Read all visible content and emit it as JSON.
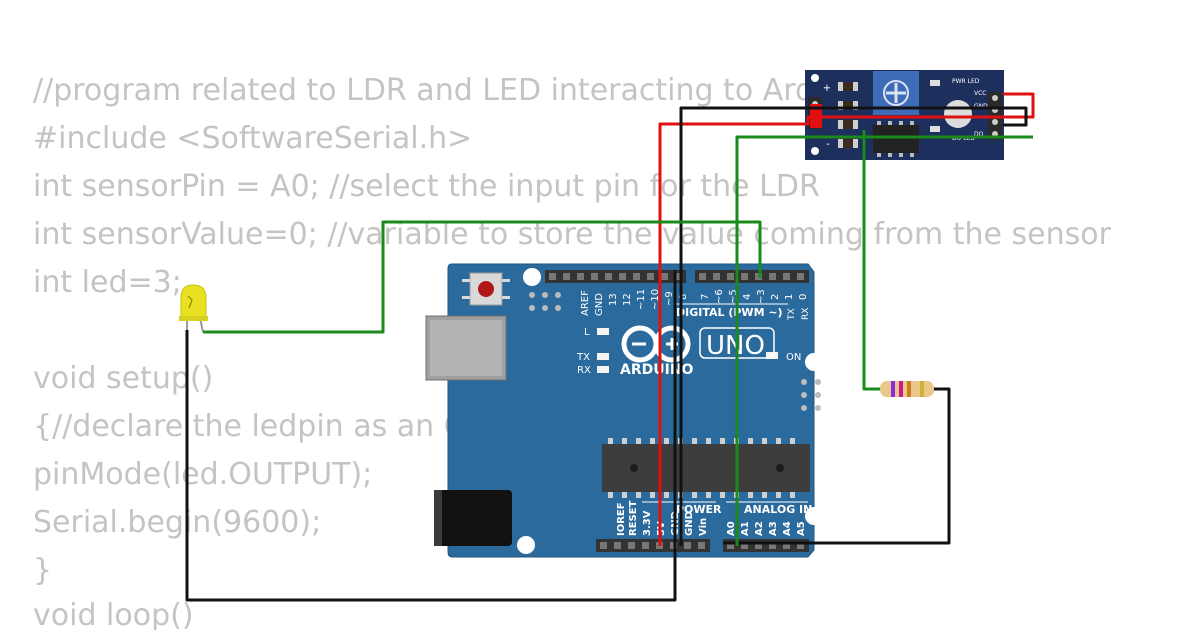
{
  "code": {
    "lines": [
      "//program related to LDR and LED interacting to Arduino",
      "#include <SoftwareSerial.h>",
      "int sensorPin = A0; //select the input pin for the LDR",
      "int sensorValue=0; //variable to store the value coming from the sensor",
      "int led=3;",
      "",
      "void setup()",
      "{//declare the ledpin as an OUTPUT",
      "pinMode(led.OUTPUT);",
      "Serial.begin(9600);",
      "}",
      "void loop()"
    ]
  },
  "arduino": {
    "brand": "ARDUINO",
    "model": "UNO",
    "digital_label": "DIGITAL (PWM ~)",
    "power_label": "POWER",
    "analog_label": "ANALOG IN",
    "on_label": "ON",
    "led_l": "L",
    "led_tx": "TX",
    "led_rx": "RX",
    "tx_pin": "TX",
    "rx_pin": "RX",
    "top_header_labels": [
      "AREF",
      "GND",
      "13",
      "12",
      "~11",
      "~10",
      "~9",
      "8",
      "7",
      "~6",
      "~5",
      "4",
      "~3",
      "2",
      "1",
      "0"
    ],
    "power_pins": [
      "IOREF",
      "RESET",
      "3.3V",
      "5V",
      "GND",
      "GND",
      "Vin"
    ],
    "analog_pins": [
      "A0",
      "A1",
      "A2",
      "A3",
      "A4",
      "A5"
    ]
  },
  "sensor_module": {
    "pins": [
      "VCC",
      "GND",
      "DO"
    ],
    "labels": [
      "PWR LED",
      "DO LED"
    ],
    "pin_marks": [
      "+",
      "-"
    ]
  },
  "colors": {
    "board": "#2b6a9c",
    "wire_red": "#e01010",
    "wire_black": "#111111",
    "wire_green": "#1a8a1a",
    "led": "#e8e020",
    "module": "#1d2f5c"
  }
}
